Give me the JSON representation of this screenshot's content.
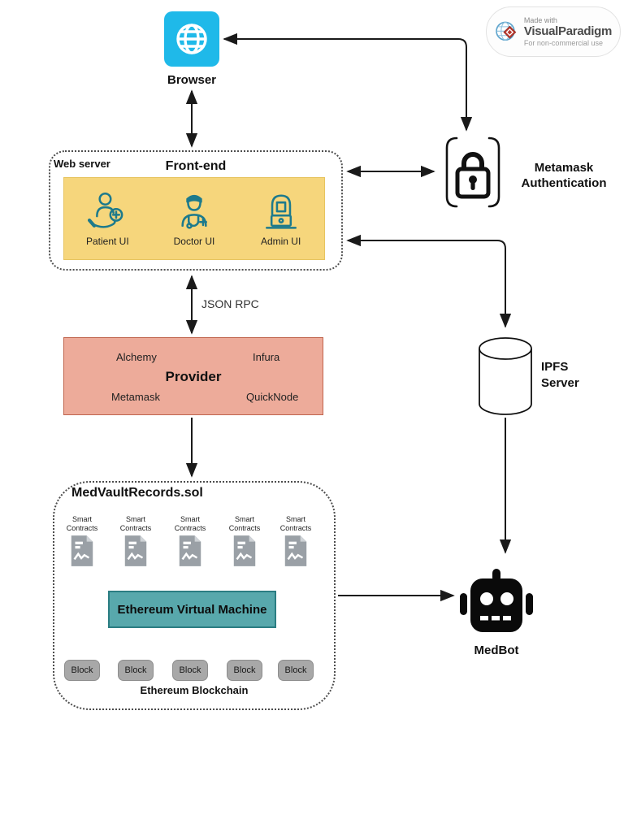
{
  "badge": {
    "made_with": "Made with",
    "brand": "VisualParadigm",
    "license": "For non-commercial use"
  },
  "browser": {
    "label": "Browser"
  },
  "web_server": {
    "label": "Web server",
    "title": "Front-end",
    "ui_items": [
      {
        "label": "Patient UI"
      },
      {
        "label": "Doctor UI"
      },
      {
        "label": "Admin UI"
      }
    ]
  },
  "metamask_auth": {
    "line1": "Metamask",
    "line2": "Authentication"
  },
  "connections": {
    "json_rpc_label": "JSON RPC"
  },
  "provider": {
    "title": "Provider",
    "top_left": "Alchemy",
    "top_right": "Infura",
    "bottom_left": "Metamask",
    "bottom_right": "QuickNode"
  },
  "ipfs": {
    "line1": "IPFS",
    "line2": "Server"
  },
  "medvault": {
    "title": "MedVaultRecords.sol",
    "smart_contract_labels": [
      "Smart Contracts",
      "Smart Contracts",
      "Smart Contracts",
      "Smart Contracts",
      "Smart Contracts"
    ],
    "evm_label": "Ethereum Virtual Machine",
    "blocks": [
      "Block",
      "Block",
      "Block",
      "Block",
      "Block"
    ],
    "blockchain_label": "Ethereum Blockchain"
  },
  "medbot": {
    "label": "MedBot"
  },
  "colors": {
    "browser_blue": "#1fb9e9",
    "panel_yellow": "#f6d67c",
    "provider_salmon": "#edab9a",
    "provider_border": "#c0654e",
    "evm_teal": "#58a8ac",
    "evm_border": "#2b7d82",
    "block_gray": "#a8a8a8",
    "contract_icon_gray": "#9aa0a6",
    "ui_icon_teal": "#1d7a8c",
    "connector_black": "#1a1a1a"
  }
}
